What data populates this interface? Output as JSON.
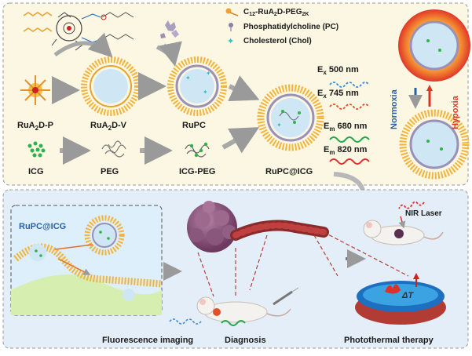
{
  "legend": {
    "item1_prefix": "C",
    "item1_sub1": "12",
    "item1_mid": "-RuA",
    "item1_sub2": "2",
    "item1_mid2": "D-PEG",
    "item1_sub3": "2K",
    "item2": "Phosphatidylcholine (PC)",
    "item3": "Cholesterol (Chol)"
  },
  "top": {
    "rua2dp_a": "RuA",
    "rua2dp_sub": "2",
    "rua2dp_b": "D-P",
    "rua2dv_a": "RuA",
    "rua2dv_sub": "2",
    "rua2dv_b": "D-V",
    "rupc": "RuPC",
    "icg": "ICG",
    "peg": "PEG",
    "icgpeg": "ICG-PEG",
    "rupcicg": "RuPC@ICG"
  },
  "optics": {
    "ex1_a": "E",
    "ex1_sub": "x",
    "ex1_b": " 500 nm",
    "ex2_a": "E",
    "ex2_sub": "x",
    "ex2_b": " 745 nm",
    "em1_a": "E",
    "em1_sub": "m",
    "em1_b": " 680 nm",
    "em2_a": "E",
    "em2_sub": "m",
    "em2_b": " 820 nm"
  },
  "states": {
    "normoxia": "Normoxia",
    "hypoxia": "Hypoxia"
  },
  "bottom": {
    "inset_title": "RuPC@ICG",
    "nir_laser": "NIR Laser",
    "delta_t": "ΔT",
    "fluorescence": "Fluorescence imaging",
    "diagnosis": "Diagnosis",
    "photothermal": "Photothermal therapy"
  },
  "colors": {
    "top_panel": "#fbf7e2",
    "bottom_panel": "#e4eef8",
    "inset_bg": "#dceffa",
    "normoxia": "#2a5fa8",
    "hypoxia": "#d9352a",
    "tumor": "#8a4f78",
    "green_em": "#1ea84b"
  }
}
